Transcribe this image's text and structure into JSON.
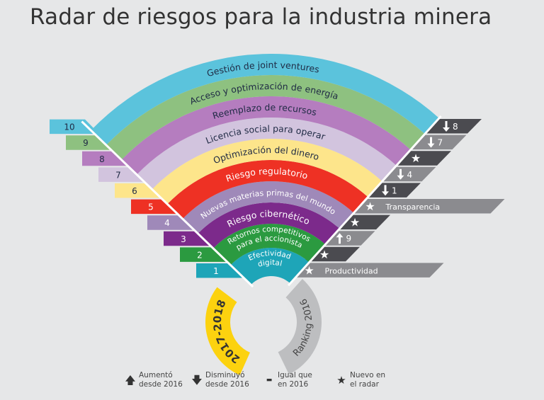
{
  "title": "Radar de riesgos para la industria minera",
  "bands": [
    {
      "rank": "1",
      "lines": [
        "Efectividad",
        "digital"
      ],
      "color": "#1ea5b8",
      "text_color": "#ffffff"
    },
    {
      "rank": "2",
      "lines": [
        "Retornos competitivos",
        "para el accionista"
      ],
      "color": "#2b9a40",
      "text_color": "#ffffff"
    },
    {
      "rank": "3",
      "lines": [
        "Riesgo cibernético"
      ],
      "color": "#7c2a8b",
      "text_color": "#ffffff"
    },
    {
      "rank": "4",
      "lines": [
        "Nuevas materias primas del mundo"
      ],
      "color": "#9f89b9",
      "text_color": "#ffffff"
    },
    {
      "rank": "5",
      "lines": [
        "Riesgo regulatorio"
      ],
      "color": "#ee3124",
      "text_color": "#ffffff"
    },
    {
      "rank": "6",
      "lines": [
        "Optimización del dinero"
      ],
      "color": "#fde58b",
      "text_color": "#1f2a44"
    },
    {
      "rank": "7",
      "lines": [
        "Licencia social para operar"
      ],
      "color": "#d2c4de",
      "text_color": "#1f2a44"
    },
    {
      "rank": "8",
      "lines": [
        "Reemplazo de recursos"
      ],
      "color": "#b57dbf",
      "text_color": "#1f2a44"
    },
    {
      "rank": "9",
      "lines": [
        "Acceso y optimización de energía"
      ],
      "color": "#8ec180",
      "text_color": "#1f2a44"
    },
    {
      "rank": "10",
      "lines": [
        "Gestión de joint ventures"
      ],
      "color": "#5bc3dc",
      "text_color": "#1f2a44"
    }
  ],
  "ranking_2016": [
    {
      "icon": "down",
      "value": "8",
      "label": ""
    },
    {
      "icon": "down",
      "value": "7",
      "label": ""
    },
    {
      "icon": "star",
      "value": "",
      "label": ""
    },
    {
      "icon": "down",
      "value": "4",
      "label": ""
    },
    {
      "icon": "down",
      "value": "1",
      "label": ""
    },
    {
      "icon": "star",
      "value": "",
      "label": "Transparencia"
    },
    {
      "icon": "star",
      "value": "",
      "label": ""
    },
    {
      "icon": "up",
      "value": "9",
      "label": ""
    },
    {
      "icon": "star",
      "value": "",
      "label": ""
    },
    {
      "icon": "star",
      "value": "",
      "label": "Productividad"
    }
  ],
  "ring": {
    "left_label": "2017-2018",
    "right_label": "Ranking 2016",
    "left_color": "#fcd20f",
    "right_color": "#bdbec0"
  },
  "legend": [
    {
      "icon": "up-arrow",
      "symbol": "🡅",
      "line1": "Aumentó",
      "line2": "desde 2016"
    },
    {
      "icon": "down-arrow",
      "symbol": "🡇",
      "line1": "Disminuyó",
      "line2": "desde 2016"
    },
    {
      "icon": "dash",
      "symbol": "▬",
      "line1": "Igual que",
      "line2": "en 2016"
    },
    {
      "icon": "star",
      "symbol": "★",
      "line1": "Nuevo en",
      "line2": "el radar"
    }
  ],
  "colors": {
    "dark_tab": "#4b4b50",
    "mid_tab": "#8b8b8f"
  }
}
